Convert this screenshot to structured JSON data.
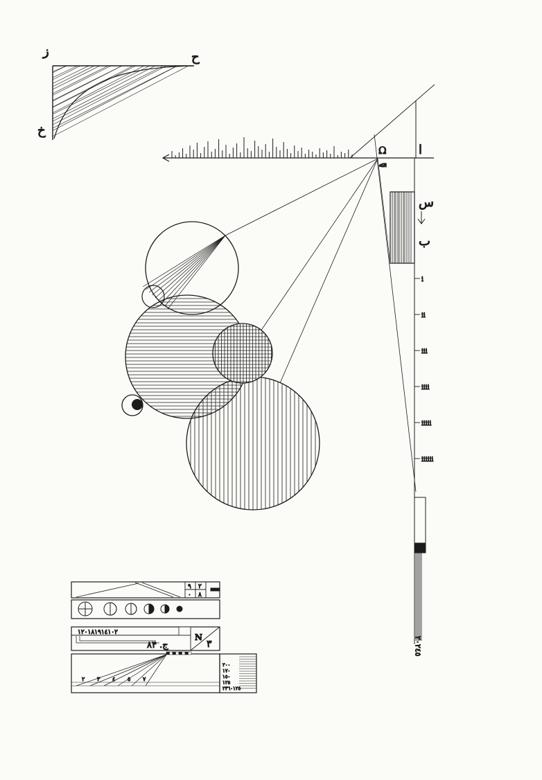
{
  "labels": {
    "curve_top_left": "ز",
    "curve_top_right": "ح",
    "curve_bottom_left": "خ",
    "axis_alef": "ا",
    "axis_omega": "Ω",
    "axis_sub": "ﷲ",
    "scale_sin": "س",
    "scale_ba": "ب"
  },
  "scale_marks": [
    "i",
    "ii",
    "iii",
    "iiii",
    "iiiii",
    "iiiiii"
  ],
  "vertical_numbers": "٢٠٢٤٥",
  "panel": {
    "row1_digits": [
      "٩",
      "٢",
      "٠",
      "٨"
    ],
    "digit_row": "١٢٠١٨١٩١٤١٠٢",
    "handwritten": "ج. ۸۴",
    "big_digit": "٣",
    "n_symbol": "ℕ",
    "bottom_numbers": [
      "٢",
      "٣",
      "٤",
      "٥",
      "٧"
    ],
    "side_numbers": [
      "٢٠٠",
      "١٧٠",
      "١٥٠",
      "١٢٥",
      "٢٣٦٠١٢٥"
    ]
  },
  "colors": {
    "ink": "#1c1c1c",
    "paper": "#fbfbf8"
  }
}
